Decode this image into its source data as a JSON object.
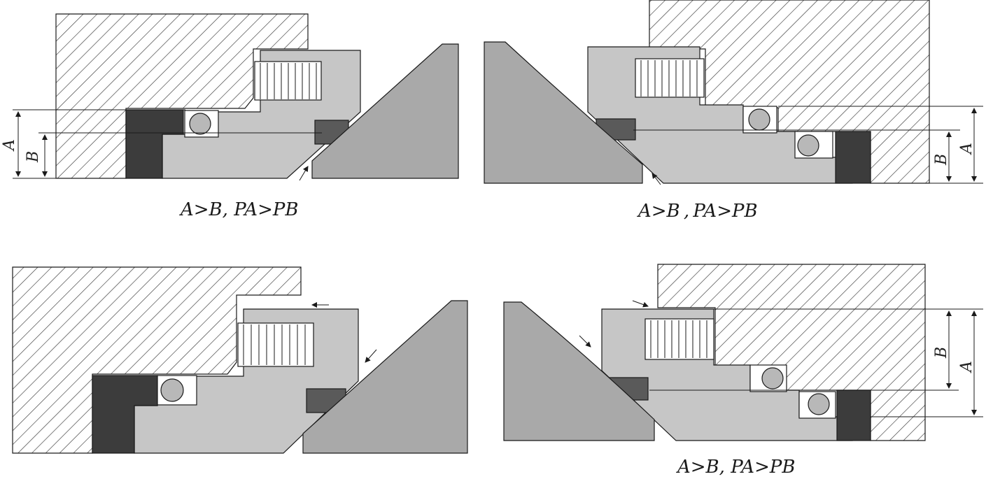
{
  "panels": [
    {
      "caption": "A>B, PA>PB",
      "dim_a": "A",
      "dim_b": "B"
    },
    {
      "caption": "A>B , PA>PB",
      "dim_a": "A",
      "dim_b": "B"
    },
    {
      "caption": ""
    },
    {
      "caption": "A>B, PA>PB",
      "dim_a": "A",
      "dim_b": "B"
    }
  ],
  "colors": {
    "housing_hatch": "#3a3a3a",
    "seal_body": "#c6c6c6",
    "dark_ring": "#3c3c3c",
    "pin": "#5a5a5a",
    "oring": "#b8b8b8"
  }
}
